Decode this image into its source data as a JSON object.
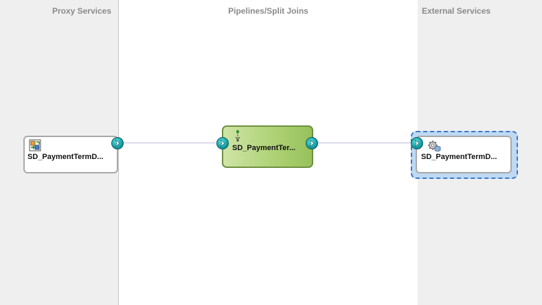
{
  "lanes": {
    "proxy": "Proxy Services",
    "pipelines": "Pipelines/Split Joins",
    "external": "External Services"
  },
  "nodes": {
    "proxy": {
      "label": "SD_PaymentTermD...",
      "icon": "proxy-service-icon"
    },
    "pipeline": {
      "label": "SD_PaymentTer...",
      "icon": "pipeline-icon"
    },
    "external": {
      "label": "SD_PaymentTermD...",
      "icon": "business-service-icon",
      "selected": true
    }
  },
  "colors": {
    "pipeline_fill": "#a9cf6f",
    "selection": "#3a78c9",
    "port": "#17a3a8",
    "wire": "#b9b9d9"
  }
}
